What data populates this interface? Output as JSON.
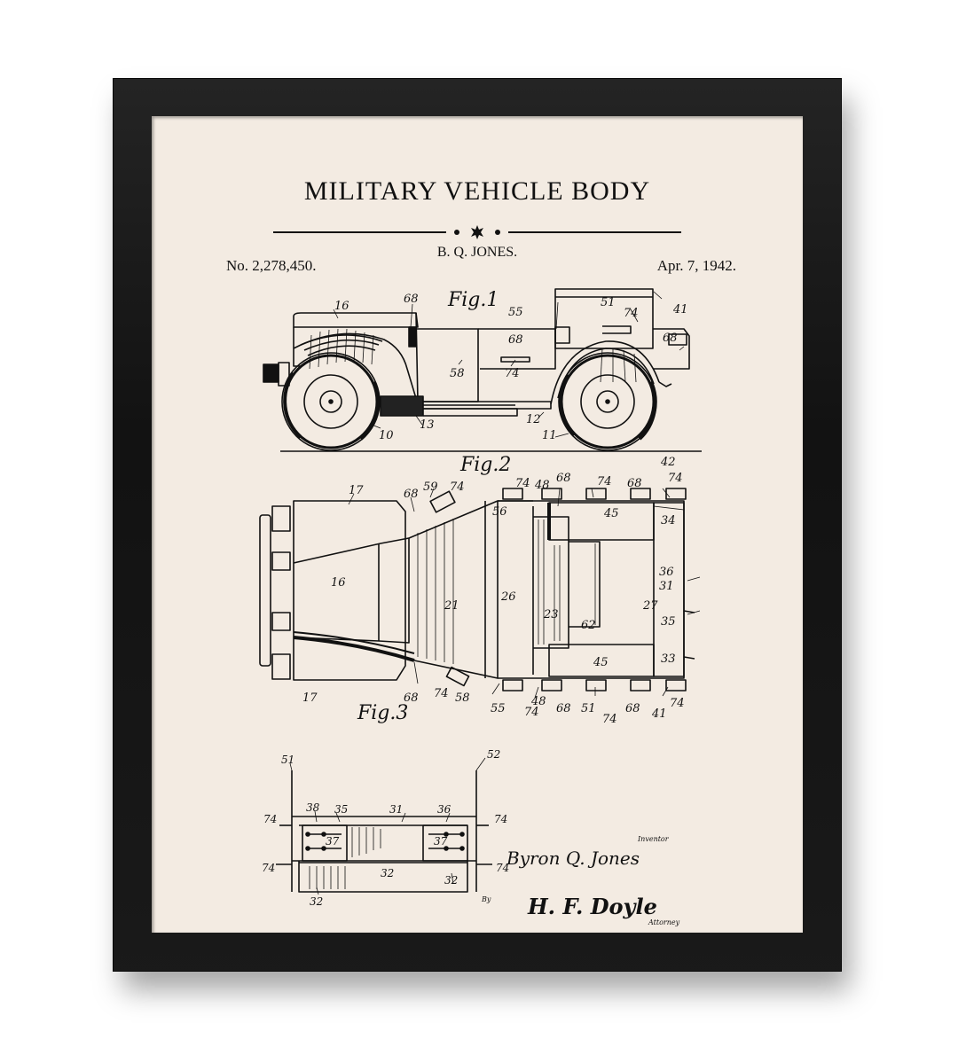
{
  "poster": {
    "title": "MILITARY VEHICLE BODY",
    "inventor": "B. Q. JONES.",
    "patent_number": "No. 2,278,450.",
    "date": "Apr. 7, 1942."
  },
  "figures": {
    "fig1_label": "Fig.1",
    "fig2_label": "Fig.2",
    "fig3_label": "Fig.3"
  },
  "fig1_numbers": [
    "16",
    "68",
    "55",
    "51",
    "74",
    "41",
    "68",
    "68",
    "58",
    "74",
    "10",
    "13",
    "12",
    "11"
  ],
  "fig2_numbers": [
    "17",
    "68",
    "59",
    "74",
    "56",
    "74",
    "48",
    "68",
    "74",
    "68",
    "42",
    "74",
    "45",
    "34",
    "16",
    "21",
    "26",
    "36",
    "31",
    "27",
    "23",
    "62",
    "35",
    "45",
    "33",
    "17",
    "68",
    "74",
    "58",
    "55",
    "74",
    "48",
    "68",
    "51",
    "74",
    "68",
    "41",
    "74"
  ],
  "fig3_numbers": [
    "51",
    "52",
    "38",
    "35",
    "31",
    "36",
    "74",
    "74",
    "37",
    "37",
    "74",
    "32",
    "74",
    "32",
    "32"
  ],
  "signature": {
    "inventor_label": "Inventor",
    "inventor_signature": "Byron Q. Jones",
    "by_label": "By",
    "attorney_signature": "H. F. Doyle",
    "attorney_label": "Attorney"
  },
  "colors": {
    "frame": "#161616",
    "mat": "#f3ebe2",
    "ink": "#111111"
  }
}
